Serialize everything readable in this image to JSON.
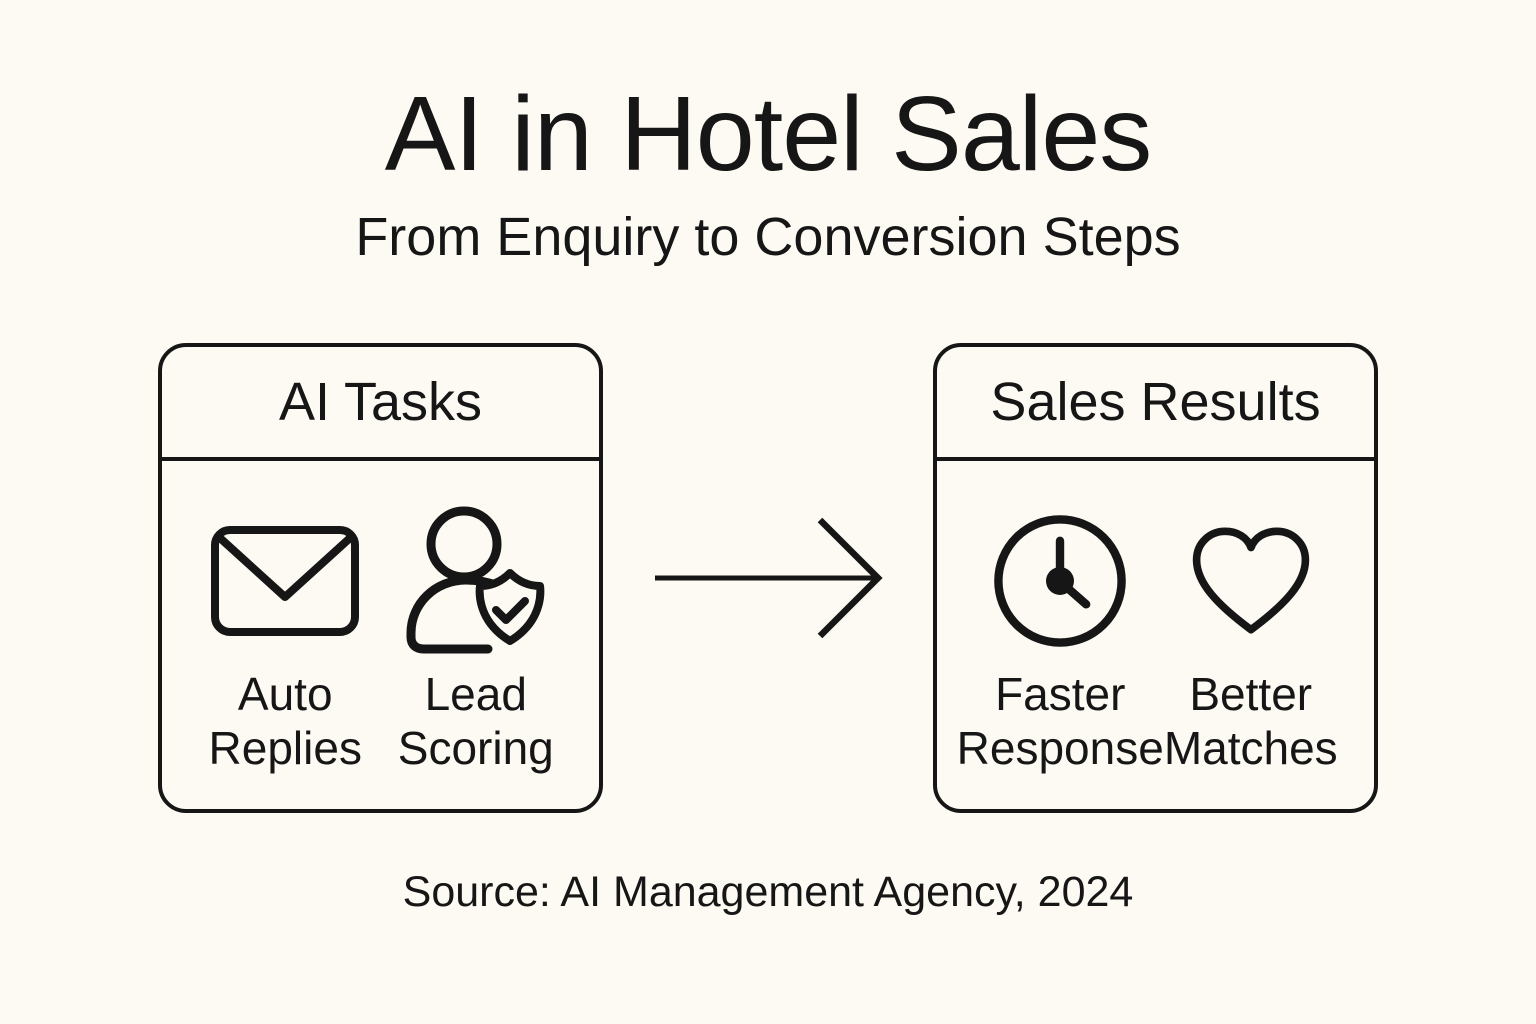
{
  "page": {
    "background": "#FCFAF2",
    "ink": "#161616",
    "title": "AI in Hotel Sales",
    "subtitle": "From Enquiry to Conversion Steps",
    "source": "Source: AI Management Agency, 2024"
  },
  "cards": [
    {
      "title": "AI Tasks",
      "items": [
        {
          "icon": "envelope-icon",
          "label": "Auto Replies"
        },
        {
          "icon": "user-shield-check-icon",
          "label": "Lead Scoring"
        }
      ]
    },
    {
      "title": "Sales Results",
      "items": [
        {
          "icon": "clock-icon",
          "label": "Faster Response"
        },
        {
          "icon": "heart-icon",
          "label": "Better Matches"
        }
      ]
    }
  ],
  "arrow": {
    "direction": "right"
  }
}
